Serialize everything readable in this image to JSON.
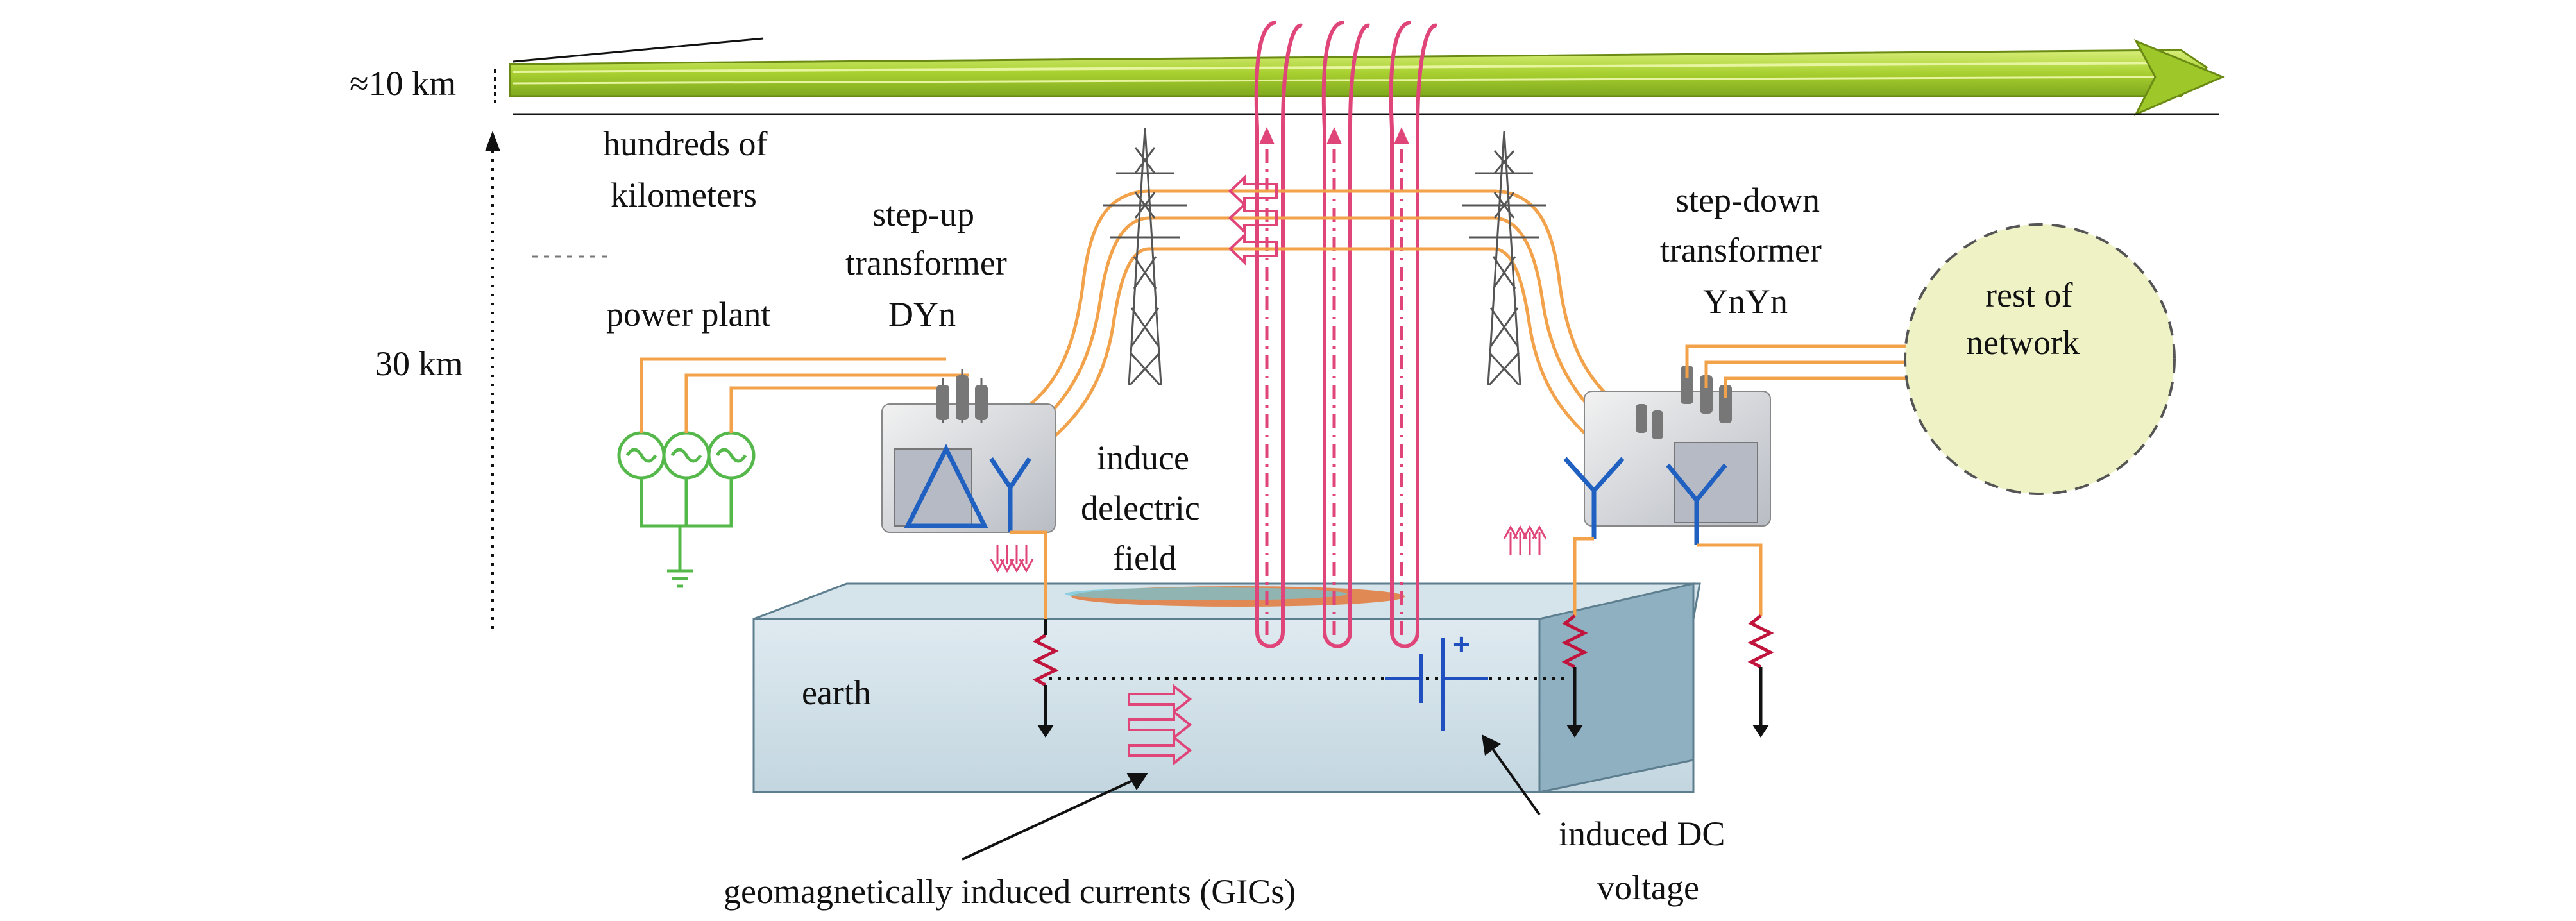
{
  "labels": {
    "height_10km": "≈10 km",
    "hundreds_km_line1": "hundreds of",
    "hundreds_km_line2": "kilometers",
    "depth_30km": "30 km",
    "power_plant": "power plant",
    "stepup_line1": "step-up",
    "stepup_line2": "transformer",
    "stepup_line3": "DYn",
    "stepdown_line1": "step-down",
    "stepdown_line2": "transformer",
    "stepdown_line3": "YnYn",
    "rest_line1": "rest of",
    "rest_line2": "network",
    "induce_line1": "induce",
    "induce_line2": "delectric",
    "induce_line3": "field",
    "earth": "earth",
    "gic": "geomagnetically induced currents (GICs)",
    "dc_line1": "induced DC",
    "dc_line2": "voltage",
    "battery_plus": "+"
  },
  "colors": {
    "ionosphere": "#b6d93a",
    "wire": "#f2a24a",
    "current_loop": "#e0457a",
    "generator": "#55b84a",
    "earth_block": "#c9dde6",
    "network_circle": "#eef2c4",
    "transformer_winding": "#2060c0"
  }
}
